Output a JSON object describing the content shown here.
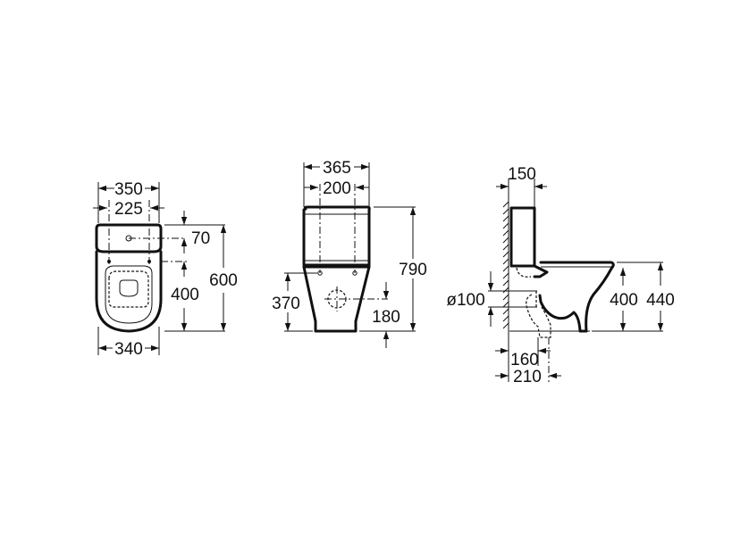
{
  "drawing": {
    "units": "mm",
    "views": {
      "top": {
        "overall_width": "350",
        "fixing_spacing": "225",
        "tank_to_supply": "70",
        "fixing_to_front": "400",
        "overall_depth": "600",
        "bowl_width": "340"
      },
      "front": {
        "overall_width": "365",
        "fixing_spacing": "200",
        "overall_height": "790",
        "fixing_height": "370",
        "outlet_height": "180"
      },
      "side": {
        "tank_depth": "150",
        "outlet_diameter": "ø100",
        "seat_height": "400",
        "overall_seat_height": "440",
        "outlet_to_wall_min": "160",
        "outlet_to_wall_max": "210"
      }
    },
    "colors": {
      "line": "#111111",
      "background": "#ffffff"
    }
  }
}
